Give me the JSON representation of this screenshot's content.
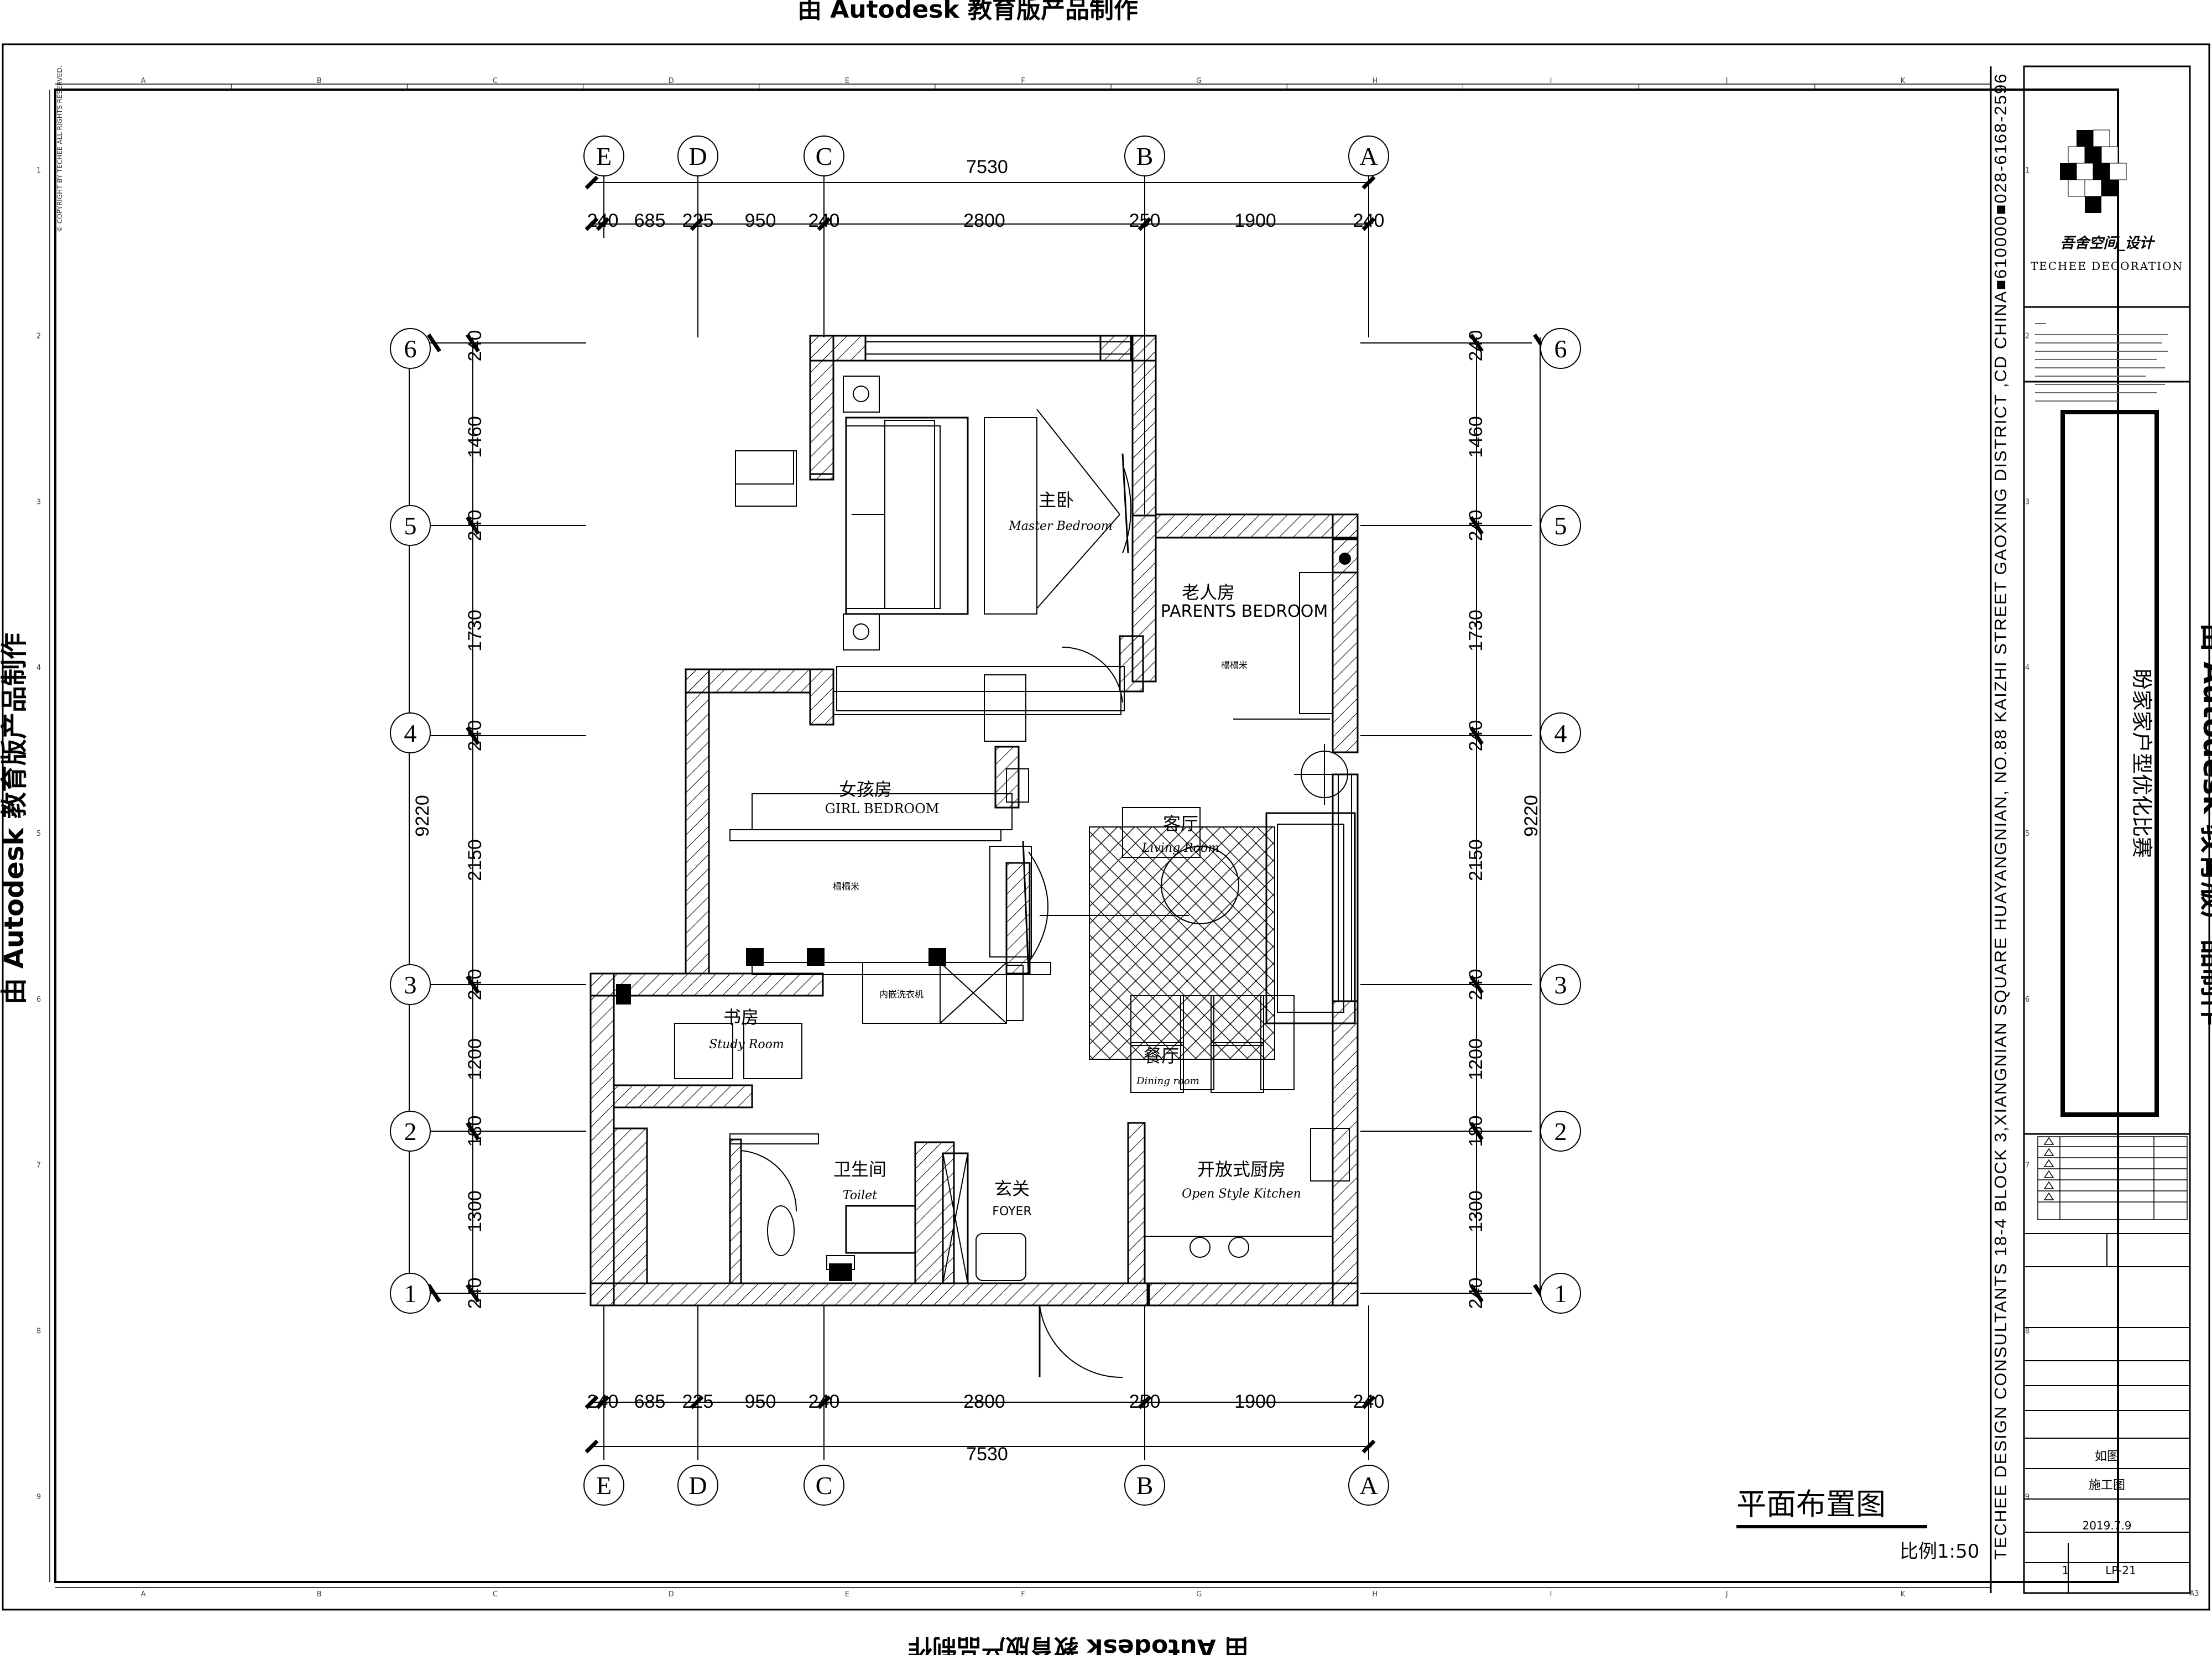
{
  "watermark": "由 Autodesk 教育版产品制作",
  "plan": {
    "title": "平面布置图",
    "scale": "比例1:50",
    "top_dims": [
      "240",
      "685",
      "225",
      "950",
      "240",
      "2800",
      "250",
      "1900",
      "240"
    ],
    "total_width": "7530",
    "side_dims": [
      "240",
      "1460",
      "240",
      "1730",
      "240",
      "2150",
      "240",
      "1200",
      "180",
      "1300",
      "240"
    ],
    "total_height": "9220",
    "col_axes": [
      "E",
      "D",
      "C",
      "B",
      "A"
    ],
    "row_axes": [
      "6",
      "5",
      "4",
      "3",
      "2",
      "1"
    ],
    "ruler_letters": [
      "A",
      "B",
      "C",
      "D",
      "E",
      "F",
      "G",
      "H",
      "I",
      "J",
      "K"
    ],
    "ruler_numbers": [
      "1",
      "2",
      "3",
      "4",
      "5",
      "6",
      "7",
      "8",
      "9"
    ],
    "rooms": [
      {
        "cn": "主卧",
        "en": "Master Bedroom"
      },
      {
        "cn": "老人房",
        "en": "PARENTS BEDROOM"
      },
      {
        "cn": "榻榻米",
        "en": ""
      },
      {
        "cn": "女孩房",
        "en": "GIRL BEDROOM"
      },
      {
        "cn": "榻榻米",
        "en": ""
      },
      {
        "cn": "客厅",
        "en": "Living Room"
      },
      {
        "cn": "书房",
        "en": "Study Room"
      },
      {
        "cn": "内嵌洗衣机",
        "en": ""
      },
      {
        "cn": "餐厅",
        "en": "Dining room"
      },
      {
        "cn": "卫生间",
        "en": "Toilet"
      },
      {
        "cn": "玄关",
        "en": "FOYER"
      },
      {
        "cn": "开放式厨房",
        "en": "Open Style Kitchen"
      }
    ],
    "copyright": "© COPYRIGHT BY TECHEE ALL RIGHTS RESERVED.",
    "sheet_size": "A3"
  },
  "title_block": {
    "company_cn": "吾舍空间_设计",
    "company_en": "TECHEE DECORATION",
    "vertical_address": "TECHEE DESIGN CONSULTANTS  18-4 BLOCK 3,XIANGNIAN SQUARE HUAYANGNIAN, NO.88 KAIZHI STREET GAOXING DISTRICT ,CD CHINA■610000■028-6168-2596",
    "project_name": "盼家家户型优化比赛",
    "scale_value": "如图",
    "stage_value": "施工图",
    "date_value": "2019.7.9",
    "sheet_no": "1",
    "drawing_no": "LP-21"
  }
}
